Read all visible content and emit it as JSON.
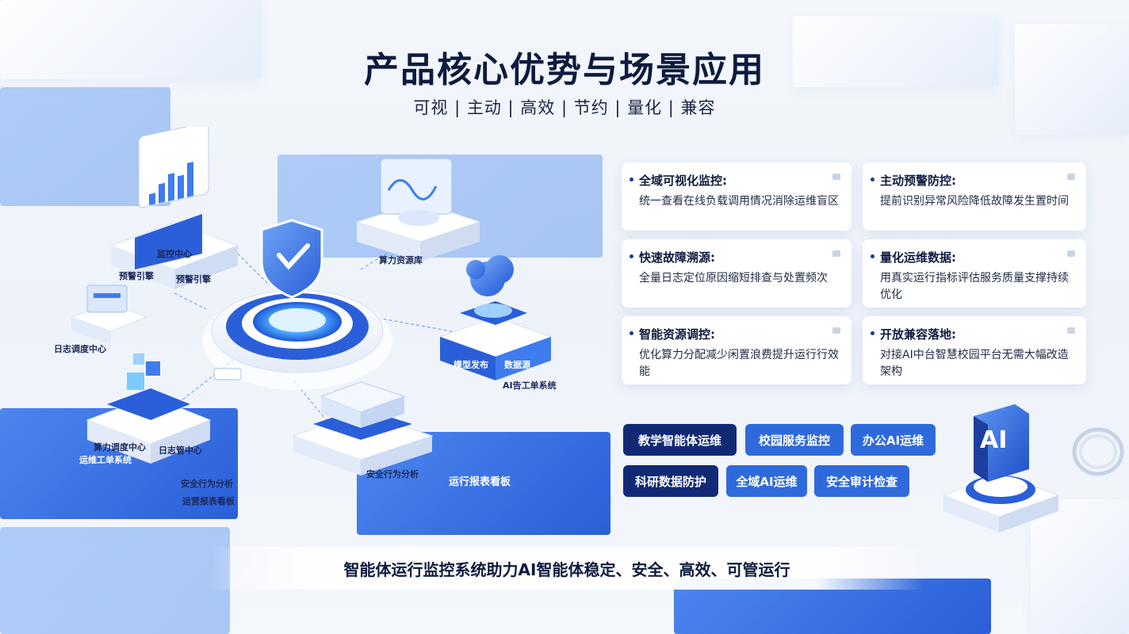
{
  "header": {
    "title": "产品核心优势与场景应用",
    "subtitle": "可视 | 主动 | 高效 | 节约 | 量化 | 兼容"
  },
  "illustration": {
    "labels": {
      "monitor_center": "监控中心",
      "alert_engine_a": "预警引擎",
      "alert_engine_b": "预警引擎",
      "compute_pool": "算力资源库",
      "log_center": "日志调度中心",
      "ai_ticket": "AI告工单系统",
      "node_a": "模型发布",
      "node_b": "数据源",
      "compute_center": "算力调度中心",
      "log_mgmt": "日志管中心",
      "ops_ticket": "运维工单系统",
      "security_a": "安全行为分析",
      "report_a": "运营报表看板",
      "security_b": "安全行为分析",
      "report_b": "运行报表看板"
    },
    "ai_badge": "AI"
  },
  "features": [
    {
      "title": "全域可视化监控:",
      "desc": "统一查看在线负载调用情况消除运维盲区"
    },
    {
      "title": "主动预警防控:",
      "desc": "提前识别异常风险降低故障发生置时间"
    },
    {
      "title": "快速故障溯源:",
      "desc": "全量日志定位原因缩短排查与处置频次"
    },
    {
      "title": "量化运维数据:",
      "desc": "用真实运行指标评估服务质量支撑持续优化"
    },
    {
      "title": "智能资源调控:",
      "desc": "优化算力分配减少闲置浪费提升运行行效能"
    },
    {
      "title": "开放兼容落地:",
      "desc": "对接AI中台智慧校园平台无需大幅改造架构"
    }
  ],
  "tags": {
    "row1": [
      "教学智能体运维",
      "校园服务监控",
      "办公AI运维"
    ],
    "row2": [
      "科研数据防护",
      "全域AI运维",
      "安全审计检查"
    ]
  },
  "footer": {
    "slogan": "智能体运行监控系统助力AI智能体稳定、安全、高效、可管运行"
  },
  "colors": {
    "primary_blue": "#2f6adc",
    "dark_navy": "#122a76",
    "text_dark": "#0d1b3e"
  }
}
